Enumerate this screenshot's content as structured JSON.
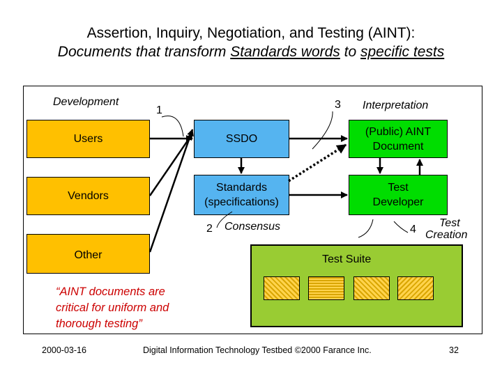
{
  "title": {
    "line1": "Assertion, Inquiry, Negotiation, and Testing (AINT):",
    "line2_a": "Documents that transform ",
    "line2_b": "Standards words",
    "line2_c": " to ",
    "line2_d": "specific tests"
  },
  "labels": {
    "development": "Development",
    "interpretation": "Interpretation",
    "consensus": "Consensus",
    "test_creation_1": "Test",
    "test_creation_2": "Creation"
  },
  "steps": [
    "1",
    "2",
    "3",
    "4"
  ],
  "boxes": {
    "users": "Users",
    "vendors": "Vendors",
    "other": "Other",
    "ssdo": "SSDO",
    "standards_1": "Standards",
    "standards_2": "(specifications)",
    "aint_1": "(Public) AINT",
    "aint_2": "Document",
    "test_dev_1": "Test",
    "test_dev_2": "Developer",
    "test_suite": "Test Suite"
  },
  "quote": {
    "line1": "“AINT documents are",
    "line2": "critical for uniform and",
    "line3": "thorough testing”"
  },
  "footer": {
    "date": "2000-03-16",
    "center": "Digital Information Technology Testbed ©2000 Farance Inc.",
    "page": "32"
  },
  "colors": {
    "stakeholder_box": "#ffc000",
    "ssdo_box": "#55b4f0",
    "aint_box": "#00dd00",
    "suite_area": "#99cc33",
    "quote_text": "#cc0000"
  }
}
